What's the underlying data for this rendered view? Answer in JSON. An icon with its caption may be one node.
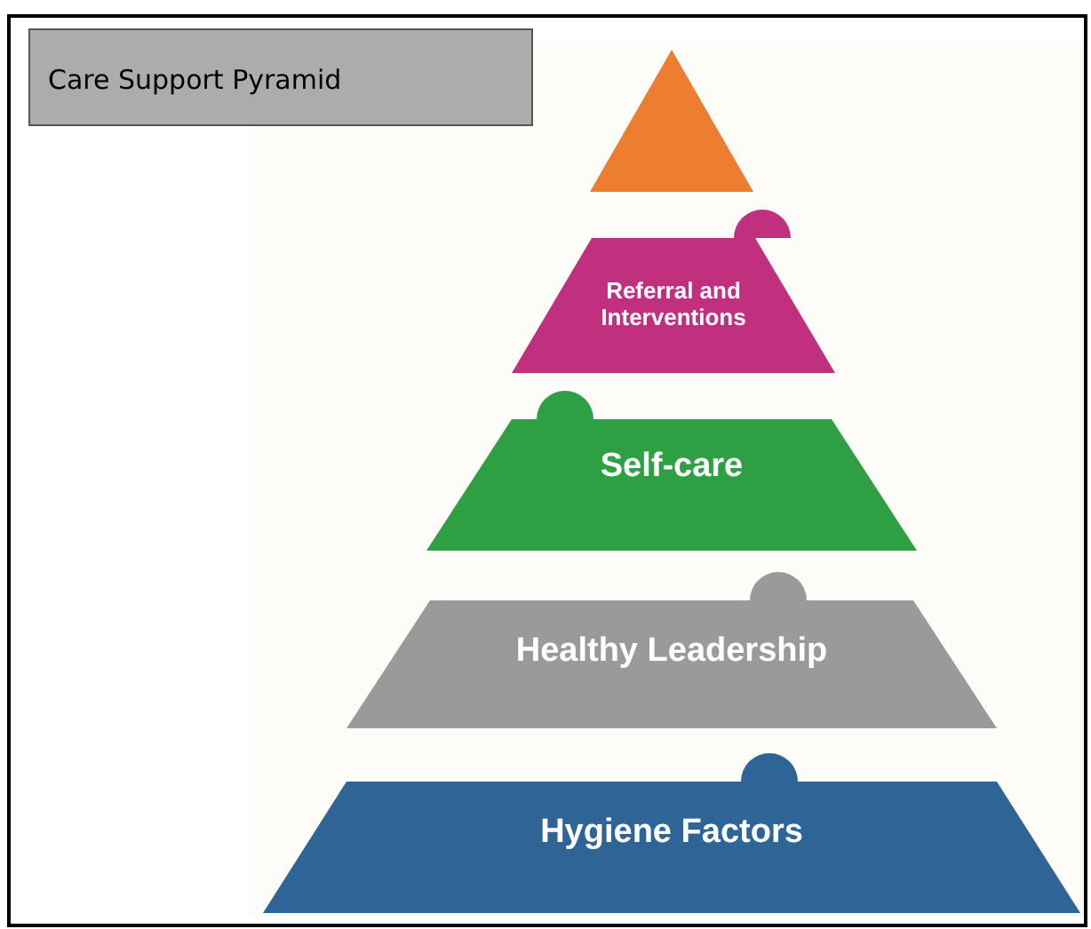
{
  "diagram": {
    "nodes": [
      {
        "text": [
          "Care Support Pyramid"
        ]
      },
      {
        "text": [],
        "shape": "triangle"
      },
      {
        "text": [
          "Referral and Interventions"
        ]
      },
      {
        "text": [
          "Self-care"
        ]
      },
      {
        "text": [
          "Healthy Leadership"
        ]
      },
      {
        "text": [
          "Hygiene Factors"
        ]
      }
    ]
  }
}
